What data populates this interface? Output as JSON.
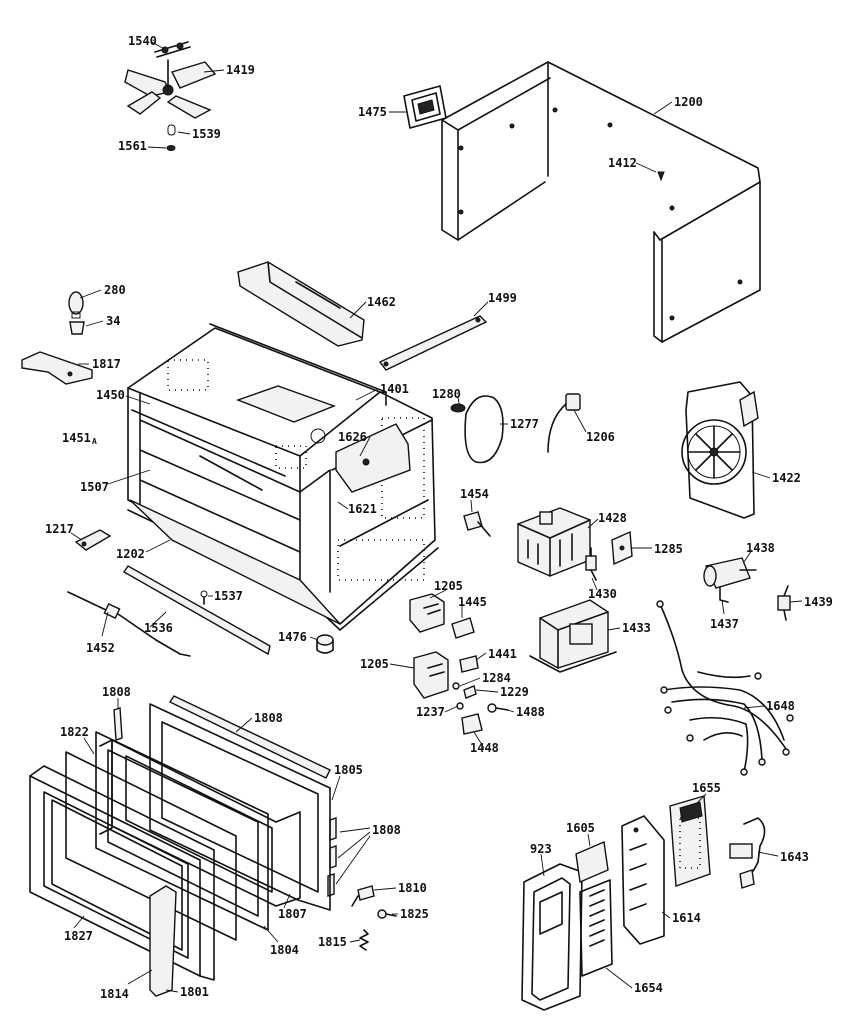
{
  "labels": {
    "l1540": "1540",
    "l1419": "1419",
    "l1539": "1539",
    "l1561": "1561",
    "l1475": "1475",
    "l1200": "1200",
    "l1412": "1412",
    "l280": "280",
    "l34": "34",
    "l1817": "1817",
    "l1462": "1462",
    "l1499": "1499",
    "l1450": "1450",
    "l1451": "1451",
    "l1451sub": "A",
    "l1401": "1401",
    "l1280": "1280",
    "l1277": "1277",
    "l1206": "1206",
    "l1626": "1626",
    "l1507": "1507",
    "l1621": "1621",
    "l1217": "1217",
    "l1202": "1202",
    "l1422": "1422",
    "l1454": "1454",
    "l1428": "1428",
    "l1285": "1285",
    "l1438": "1438",
    "l1537": "1537",
    "l1205a": "1205",
    "l1445": "1445",
    "l1430": "1430",
    "l1437": "1437",
    "l1439": "1439",
    "l1452": "1452",
    "l1536": "1536",
    "l1476": "1476",
    "l1433": "1433",
    "l1205b": "1205",
    "l1441": "1441",
    "l1284": "1284",
    "l1229": "1229",
    "l1237": "1237",
    "l1488": "1488",
    "l1448": "1448",
    "l1648": "1648",
    "l1808a": "1808",
    "l1808b": "1808",
    "l1822": "1822",
    "l1805": "1805",
    "l1808c": "1808",
    "l1655": "1655",
    "l1605": "1605",
    "l923": "923",
    "l1643": "1643",
    "l1810": "1810",
    "l1807": "1807",
    "l1825": "1825",
    "l1827": "1827",
    "l1804": "1804",
    "l1614": "1614",
    "l1815": "1815",
    "l1814": "1814",
    "l1801": "1801",
    "l1654": "1654"
  }
}
